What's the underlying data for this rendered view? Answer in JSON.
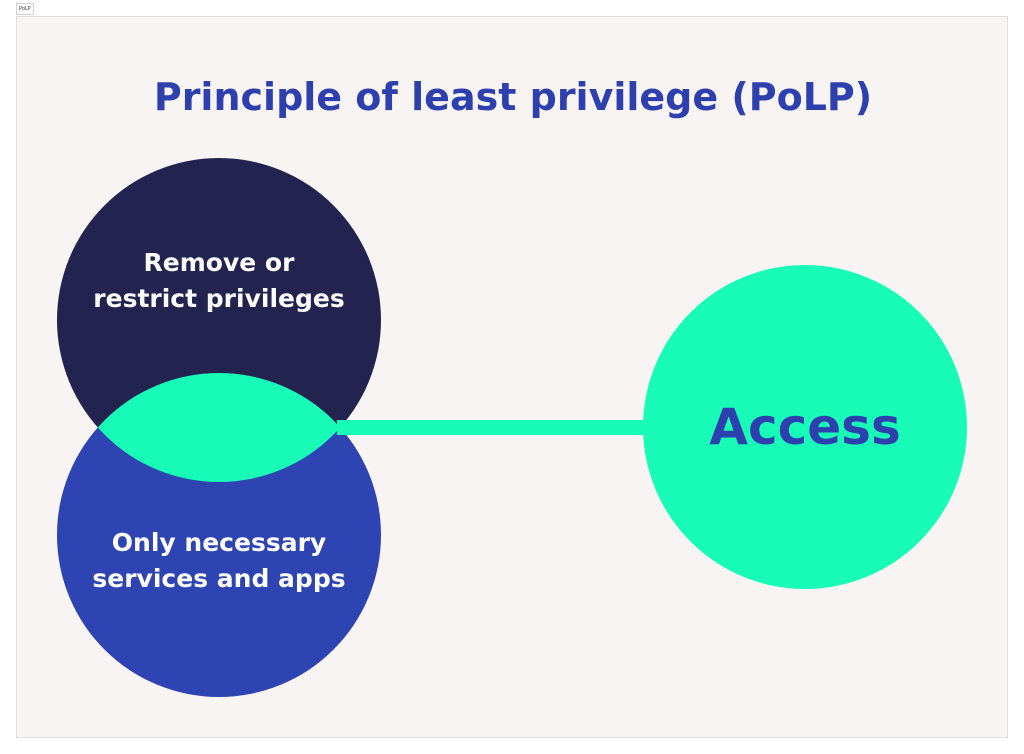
{
  "tab": {
    "label": "PoLP"
  },
  "diagram": {
    "title": "Principle of least privilege (PoLP)",
    "top_circle": {
      "label_line1": "Remove or",
      "label_line2": "restrict privileges"
    },
    "bottom_circle": {
      "label_line1": "Only necessary",
      "label_line2": "services and apps"
    },
    "access_circle": {
      "label": "Access"
    }
  },
  "colors": {
    "background": "#f8f4f4",
    "title": "#2e3fae",
    "top_circle": "#23234f",
    "bottom_circle": "#2e44b2",
    "accent_green": "#18fcb8",
    "access_text": "#2e3fae",
    "circle_text": "#ffffff"
  }
}
